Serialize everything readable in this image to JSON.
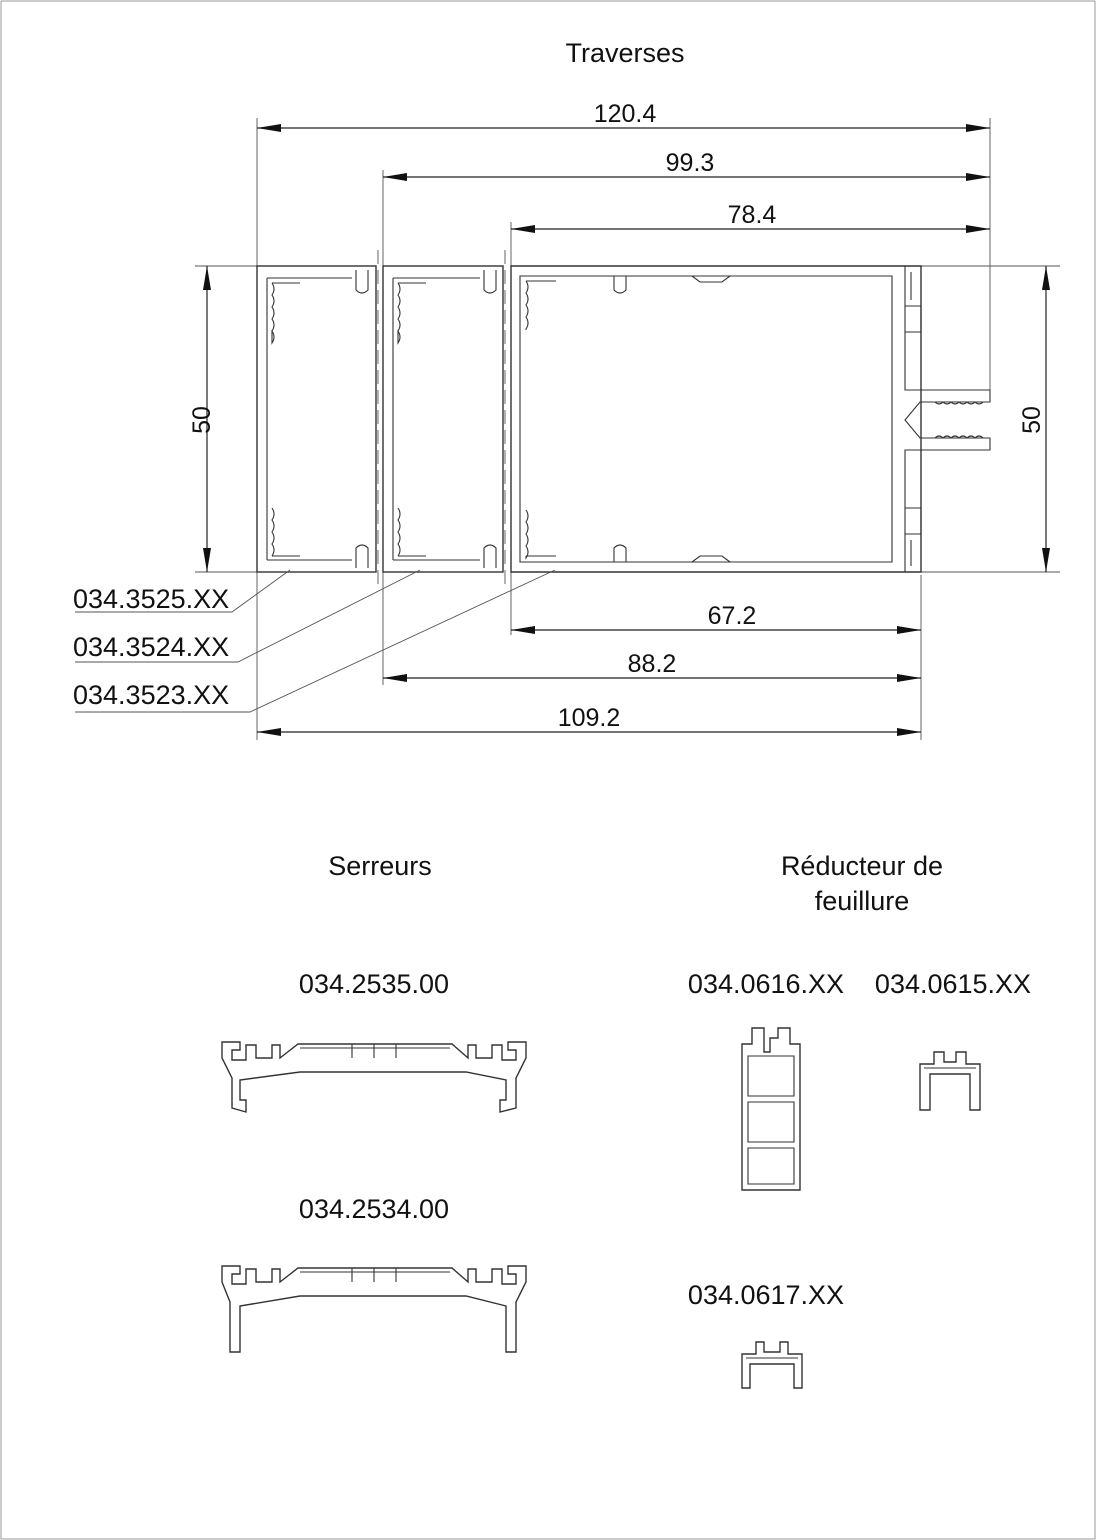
{
  "headings": {
    "traverses": "Traverses",
    "serreurs": "Serreurs",
    "reducteur_line1": "Réducteur de",
    "reducteur_line2": "feuillure"
  },
  "dimensions": {
    "top_overall": "120.4",
    "top_middle": "99.3",
    "top_inner": "78.4",
    "height_left": "50",
    "height_right": "50",
    "bottom_inner": "67.2",
    "bottom_middle": "88.2",
    "bottom_overall": "109.2"
  },
  "traverse_refs": [
    "034.3525.XX",
    "034.3524.XX",
    "034.3523.XX"
  ],
  "serreur_refs": {
    "upper": "034.2535.00",
    "lower": "034.2534.00"
  },
  "reducteur_refs": {
    "left": "034.0616.XX",
    "right": "034.0615.XX",
    "lower": "034.0617.XX"
  },
  "colors": {
    "line": "#222222",
    "text": "#111111",
    "background": "#ffffff"
  }
}
